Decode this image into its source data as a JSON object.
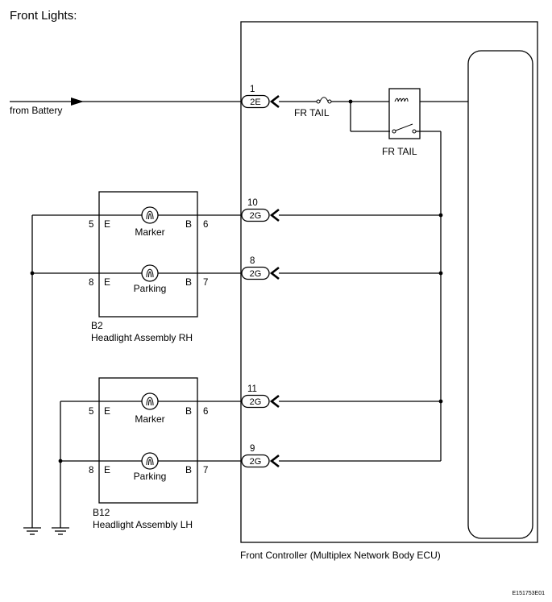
{
  "title": "Front Lights:",
  "source_label": "from Battery",
  "fuse_label": "FR TAIL",
  "relay_label": "FR TAIL",
  "ecu_label": "Front Controller (Multiplex Network Body ECU)",
  "figure_code": "E151753E01",
  "connectors": [
    {
      "pin": "1",
      "code": "2E"
    },
    {
      "pin": "10",
      "code": "2G"
    },
    {
      "pin": "8",
      "code": "2G"
    },
    {
      "pin": "11",
      "code": "2G"
    },
    {
      "pin": "9",
      "code": "2G"
    }
  ],
  "assemblies": [
    {
      "id": "B2",
      "name": "Headlight Assembly RH",
      "lamps": [
        {
          "name": "Marker",
          "pin_e": "5",
          "pin_b": "6",
          "term_e": "E",
          "term_b": "B"
        },
        {
          "name": "Parking",
          "pin_e": "8",
          "pin_b": "7",
          "term_e": "E",
          "term_b": "B"
        }
      ]
    },
    {
      "id": "B12",
      "name": "Headlight Assembly LH",
      "lamps": [
        {
          "name": "Marker",
          "pin_e": "5",
          "pin_b": "6",
          "term_e": "E",
          "term_b": "B"
        },
        {
          "name": "Parking",
          "pin_e": "8",
          "pin_b": "7",
          "term_e": "E",
          "term_b": "B"
        }
      ]
    }
  ]
}
